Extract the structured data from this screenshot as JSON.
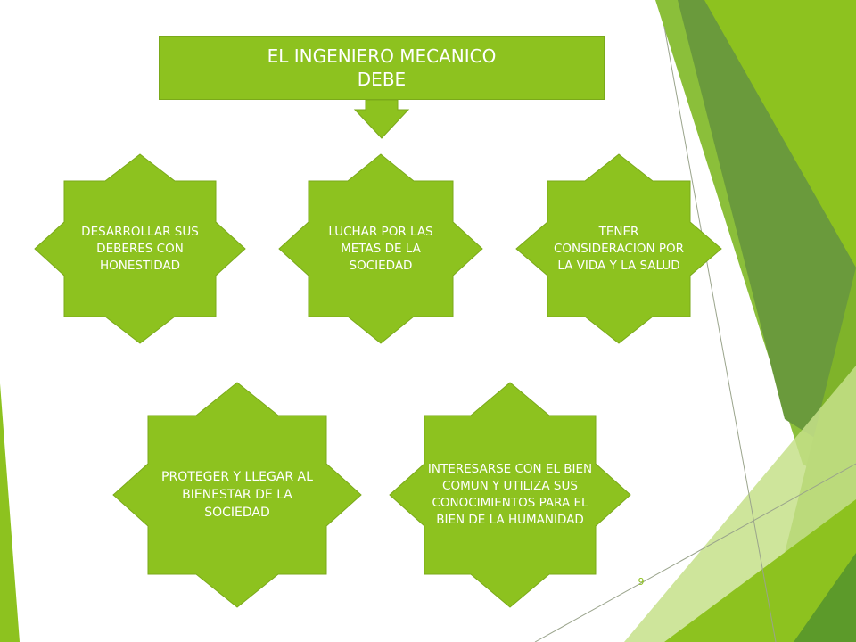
{
  "slide": {
    "title": "EL INGENIERO MECANICO\nDEBE",
    "items": [
      {
        "text": "DESARROLLAR SUS DEBERES CON HONESTIDAD"
      },
      {
        "text": "LUCHAR POR LAS METAS DE LA SOCIEDAD"
      },
      {
        "text": "TENER CONSIDERACION POR LA VIDA Y LA SALUD"
      },
      {
        "text": "PROTEGER  Y LLEGAR AL BIENESTAR DE LA SOCIEDAD"
      },
      {
        "text": "INTERESARSE CON EL BIEN COMUN Y UTILIZA SUS CONOCIMIENTOS PARA EL BIEN DE LA HUMANIDAD"
      }
    ],
    "page_number": "9"
  },
  "colors": {
    "shape_fill": "#8dc21f",
    "shape_stroke": "#7aa91a",
    "text": "#ffffff",
    "accent_dark": "#6a9a3c",
    "accent_light": "#c5e08a"
  }
}
